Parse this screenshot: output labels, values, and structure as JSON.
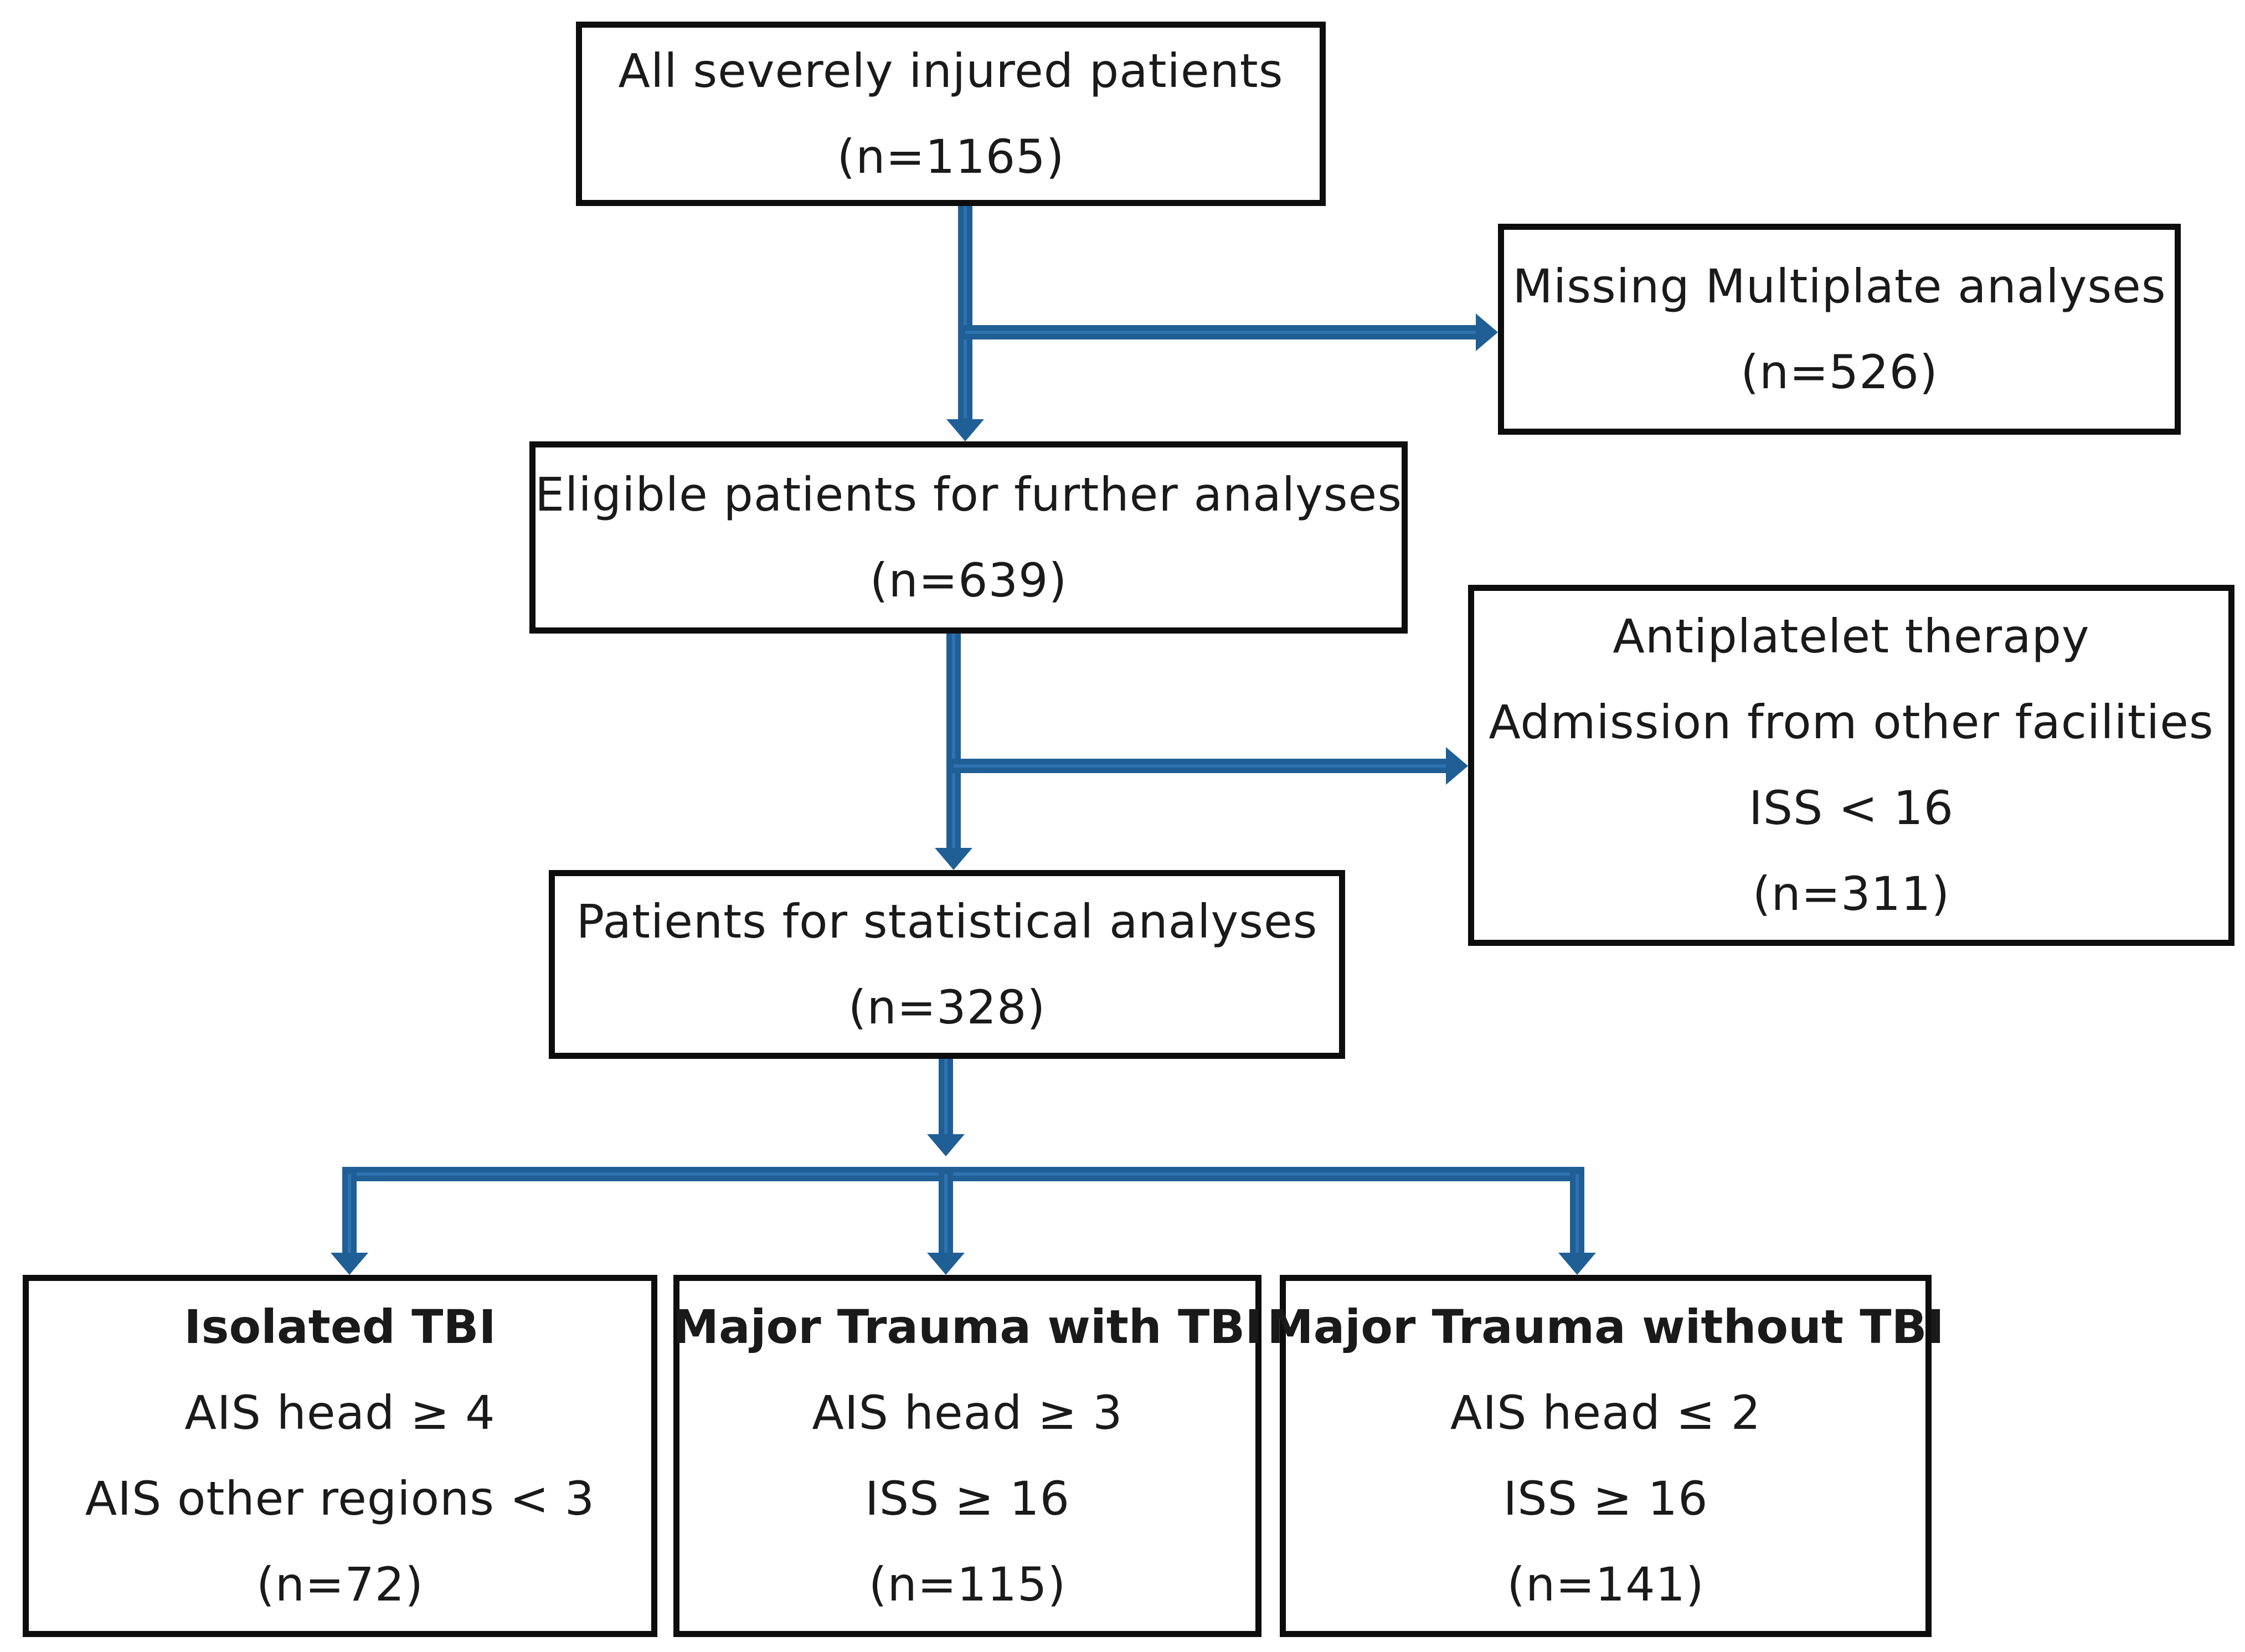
{
  "diagram": {
    "type": "flowchart",
    "colors": {
      "arrow": "#1f5f96",
      "arrow_highlight": "#3b82c4",
      "box_border": "#0d0d0d",
      "box_fill": "#ffffff",
      "text": "#1a1a1a"
    },
    "nodes": {
      "all_patients": {
        "label": "All severely injured patients",
        "count": "(n=1165)"
      },
      "missing_multiplate": {
        "label": "Missing Multiplate analyses",
        "count": "(n=526)"
      },
      "eligible": {
        "label": "Eligible patients for further analyses",
        "count": "(n=639)"
      },
      "excluded": {
        "criteria": [
          "Antiplatelet therapy",
          "Admission from other facilities",
          "ISS < 16"
        ],
        "count": "(n=311)"
      },
      "statistical": {
        "label": "Patients for statistical analyses",
        "count": "(n=328)"
      },
      "isolated_tbi": {
        "title": "Isolated TBI",
        "criteria": [
          "AIS head ≥ 4",
          "AIS other regions < 3"
        ],
        "count": "(n=72)"
      },
      "major_with_tbi": {
        "title": "Major Trauma with TBI",
        "criteria": [
          "AIS head ≥ 3",
          "ISS ≥ 16"
        ],
        "count": "(n=115)"
      },
      "major_without_tbi": {
        "title": "Major Trauma without TBI",
        "criteria": [
          "AIS head ≤ 2",
          "ISS ≥ 16"
        ],
        "count": "(n=141)"
      }
    },
    "edges": [
      {
        "from": "all_patients",
        "to": "eligible"
      },
      {
        "from": "all_patients",
        "to": "missing_multiplate"
      },
      {
        "from": "eligible",
        "to": "statistical"
      },
      {
        "from": "eligible",
        "to": "excluded"
      },
      {
        "from": "statistical",
        "to": "isolated_tbi"
      },
      {
        "from": "statistical",
        "to": "major_with_tbi"
      },
      {
        "from": "statistical",
        "to": "major_without_tbi"
      }
    ]
  }
}
